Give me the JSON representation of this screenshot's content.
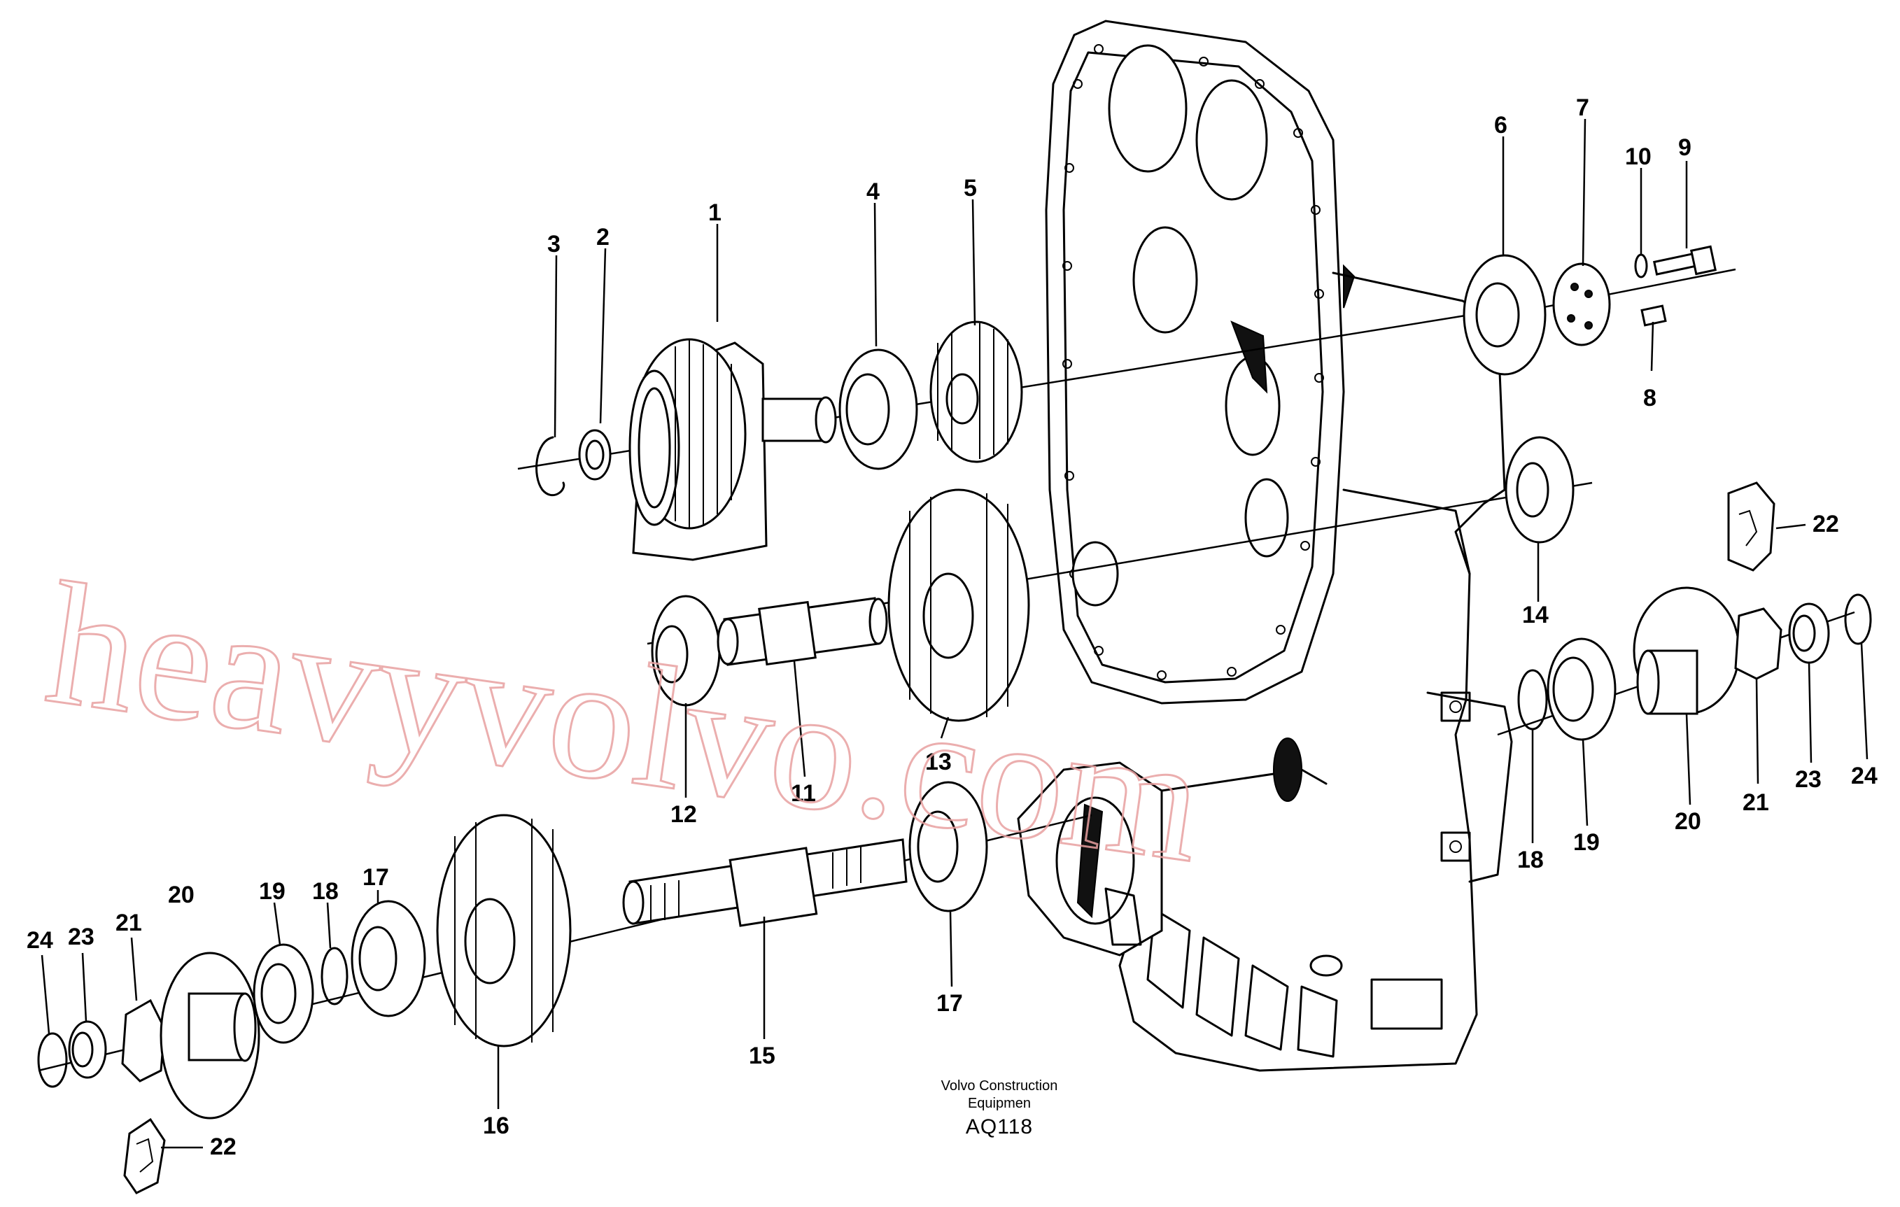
{
  "callouts": [
    {
      "id": "c1",
      "label": "1"
    },
    {
      "id": "c2",
      "label": "2"
    },
    {
      "id": "c3",
      "label": "3"
    },
    {
      "id": "c4",
      "label": "4"
    },
    {
      "id": "c5",
      "label": "5"
    },
    {
      "id": "c6",
      "label": "6"
    },
    {
      "id": "c7",
      "label": "7"
    },
    {
      "id": "c8",
      "label": "8"
    },
    {
      "id": "c9",
      "label": "9"
    },
    {
      "id": "c10",
      "label": "10"
    },
    {
      "id": "c11",
      "label": "11"
    },
    {
      "id": "c12",
      "label": "12"
    },
    {
      "id": "c13",
      "label": "13"
    },
    {
      "id": "c14",
      "label": "14"
    },
    {
      "id": "c15",
      "label": "15"
    },
    {
      "id": "c16",
      "label": "16"
    },
    {
      "id": "c17a",
      "label": "17"
    },
    {
      "id": "c17b",
      "label": "17"
    },
    {
      "id": "c18a",
      "label": "18"
    },
    {
      "id": "c18b",
      "label": "18"
    },
    {
      "id": "c19a",
      "label": "19"
    },
    {
      "id": "c19b",
      "label": "19"
    },
    {
      "id": "c20a",
      "label": "20"
    },
    {
      "id": "c20b",
      "label": "20"
    },
    {
      "id": "c21a",
      "label": "21"
    },
    {
      "id": "c21b",
      "label": "21"
    },
    {
      "id": "c22a",
      "label": "22"
    },
    {
      "id": "c22b",
      "label": "22"
    },
    {
      "id": "c23a",
      "label": "23"
    },
    {
      "id": "c23b",
      "label": "23"
    },
    {
      "id": "c24a",
      "label": "24"
    },
    {
      "id": "c24b",
      "label": "24"
    }
  ],
  "caption": {
    "line1": "Volvo Construction",
    "line2": "Equipmen",
    "code": "AQ118"
  },
  "watermark": "heavyvolvo.com"
}
